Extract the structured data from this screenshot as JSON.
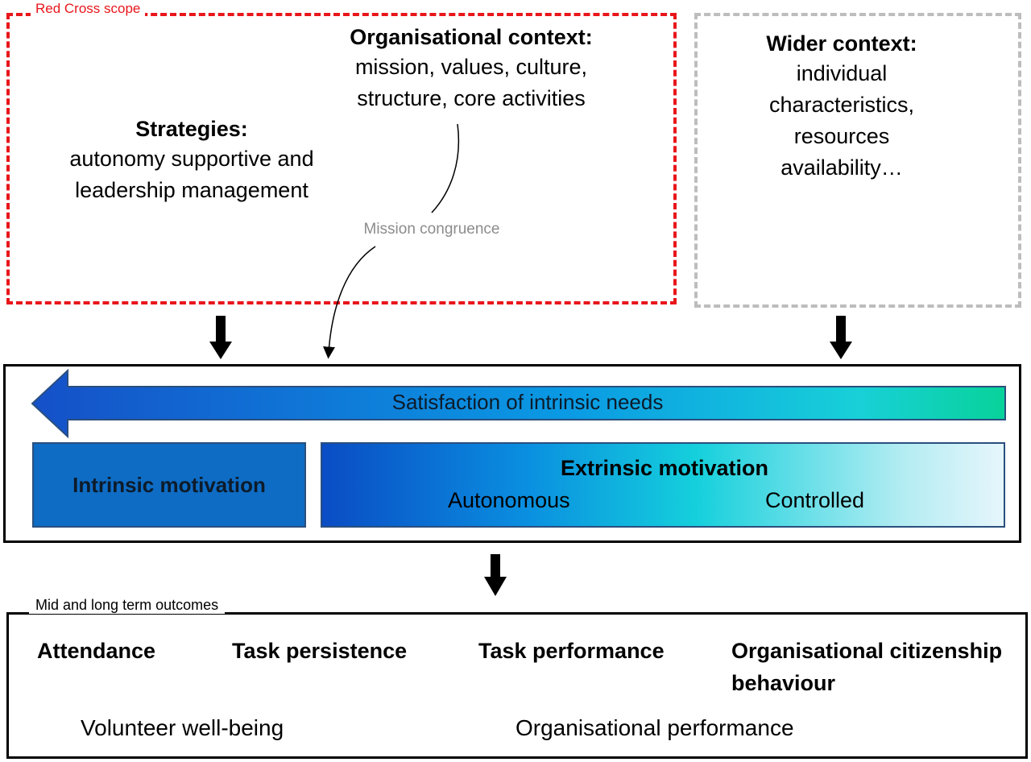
{
  "scope_label": "Red Cross scope",
  "organisational_context": {
    "title": "Organisational context:",
    "lines": [
      "mission, values, culture,",
      "structure, core activities"
    ]
  },
  "strategies": {
    "title": "Strategies:",
    "lines": [
      "autonomy supportive and",
      "leadership management"
    ]
  },
  "wider_context": {
    "title": "Wider context:",
    "lines": [
      "individual",
      "characteristics,",
      "resources",
      "availability…"
    ]
  },
  "mission_congruence": "Mission congruence",
  "needs_arrow_label": "Satisfaction of intrinsic needs",
  "intrinsic_motivation": "Intrinsic motivation",
  "extrinsic_motivation": {
    "title": "Extrinsic motivation",
    "autonomous": "Autonomous",
    "controlled": "Controlled"
  },
  "outcomes": {
    "label": "Mid and long term outcomes",
    "items": [
      "Attendance",
      "Task persistence",
      "Task performance",
      "Organisational citizenship",
      "behaviour"
    ],
    "volunteer": "Volunteer well-being",
    "organisational": "Organisational performance"
  },
  "colors": {
    "scope_border": "#e8161b",
    "wider_border": "#bdbdbd",
    "intrinsic_fill": "#0e6cc4"
  }
}
